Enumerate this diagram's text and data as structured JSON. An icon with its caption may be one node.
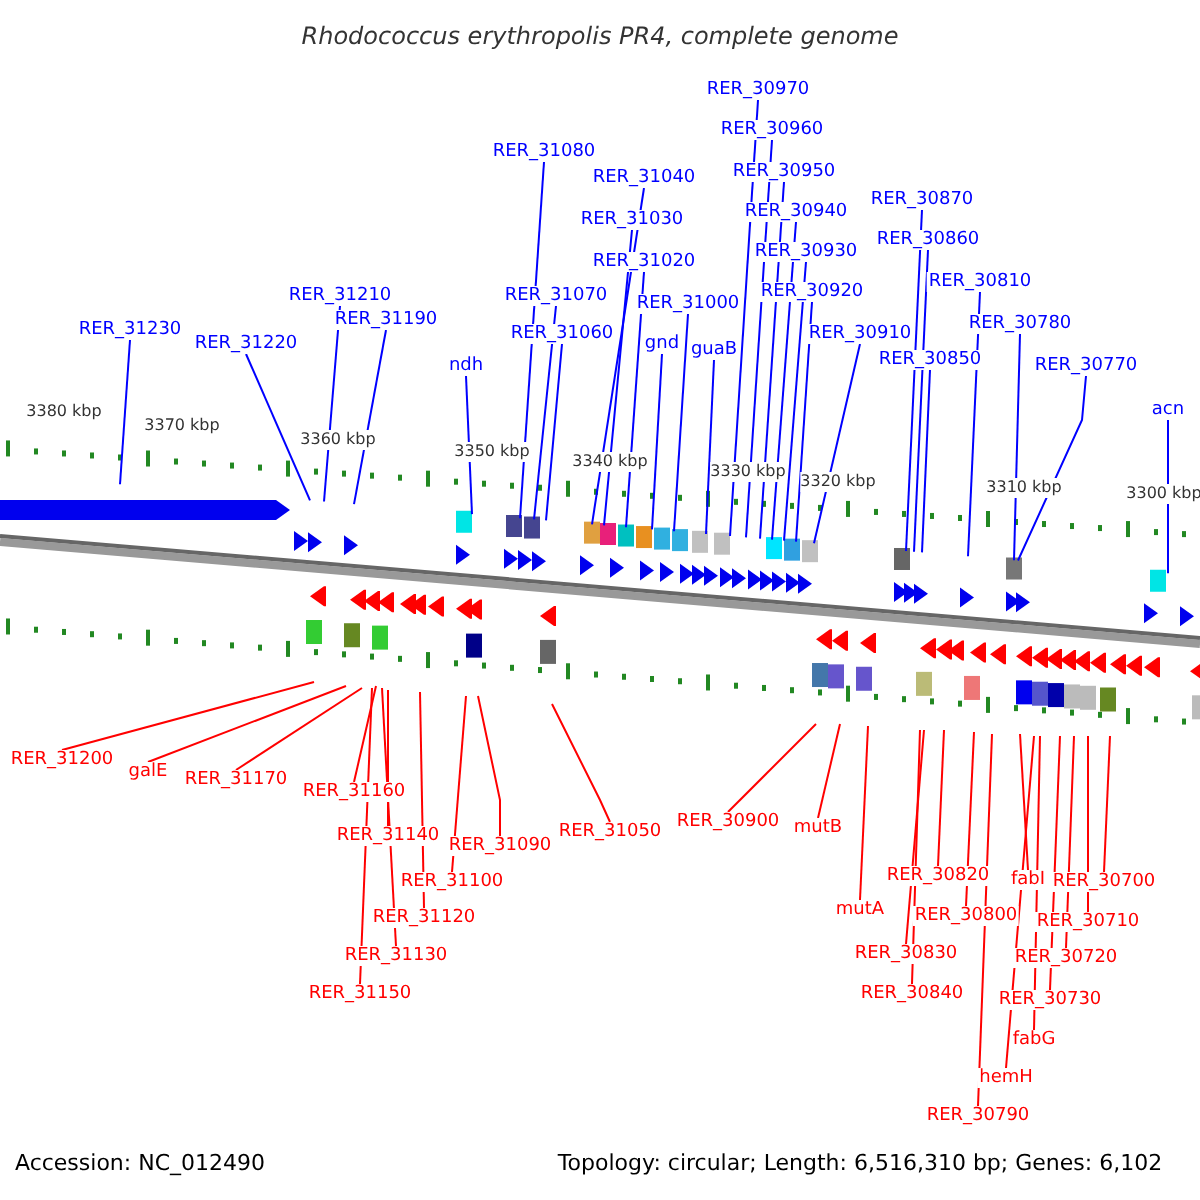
{
  "diagram": {
    "title": "Rhodococcus erythropolis PR4, complete genome",
    "nodes": [
      {
        "text": [
          "RER_31230"
        ]
      },
      {
        "text": [
          "RER_31220"
        ]
      },
      {
        "text": [
          "RER_31210"
        ]
      },
      {
        "text": [
          "RER_31190"
        ]
      },
      {
        "text": [
          "ndh"
        ]
      },
      {
        "text": [
          "RER_31080"
        ]
      },
      {
        "text": [
          "RER_31070"
        ]
      },
      {
        "text": [
          "RER_31060"
        ]
      },
      {
        "text": [
          "RER_31040"
        ]
      },
      {
        "text": [
          "RER_31030"
        ]
      },
      {
        "text": [
          "RER_31020"
        ]
      },
      {
        "text": [
          "RER_31000"
        ]
      },
      {
        "text": [
          "gnd"
        ]
      },
      {
        "text": [
          "guaB"
        ]
      },
      {
        "text": [
          "RER_30970"
        ]
      },
      {
        "text": [
          "RER_30960"
        ]
      },
      {
        "text": [
          "RER_30950"
        ]
      },
      {
        "text": [
          "RER_30940"
        ]
      },
      {
        "text": [
          "RER_30930"
        ]
      },
      {
        "text": [
          "RER_30920"
        ]
      },
      {
        "text": [
          "RER_30910"
        ]
      },
      {
        "text": [
          "RER_30870"
        ]
      },
      {
        "text": [
          "RER_30860"
        ]
      },
      {
        "text": [
          "RER_30850"
        ]
      },
      {
        "text": [
          "RER_30810"
        ]
      },
      {
        "text": [
          "RER_30780"
        ]
      },
      {
        "text": [
          "RER_30770"
        ]
      },
      {
        "text": [
          "acn"
        ]
      },
      {
        "text": [
          "RER_31200"
        ]
      },
      {
        "text": [
          "galE"
        ]
      },
      {
        "text": [
          "RER_31170"
        ]
      },
      {
        "text": [
          "RER_31160"
        ]
      },
      {
        "text": [
          "RER_31140"
        ]
      },
      {
        "text": [
          "RER_31090"
        ]
      },
      {
        "text": [
          "RER_31100"
        ]
      },
      {
        "text": [
          "RER_31120"
        ]
      },
      {
        "text": [
          "RER_31130"
        ]
      },
      {
        "text": [
          "RER_31150"
        ]
      },
      {
        "text": [
          "RER_31050"
        ]
      },
      {
        "text": [
          "RER_30900"
        ]
      },
      {
        "text": [
          "mutB"
        ]
      },
      {
        "text": [
          "mutA"
        ]
      },
      {
        "text": [
          "RER_30820"
        ]
      },
      {
        "text": [
          "RER_30800"
        ]
      },
      {
        "text": [
          "RER_30830"
        ]
      },
      {
        "text": [
          "RER_30840"
        ]
      },
      {
        "text": [
          "fabI"
        ]
      },
      {
        "text": [
          "RER_30700"
        ]
      },
      {
        "text": [
          "RER_30710"
        ]
      },
      {
        "text": [
          "RER_30720"
        ]
      },
      {
        "text": [
          "RER_30730"
        ]
      },
      {
        "text": [
          "fabG"
        ]
      },
      {
        "text": [
          "hemH"
        ]
      },
      {
        "text": [
          "RER_30790"
        ]
      }
    ],
    "edges": [
      {
        "from": 0,
        "to": null,
        "arrow": "none"
      },
      {
        "from": 1,
        "to": null,
        "arrow": "none"
      },
      {
        "from": 2,
        "to": null,
        "arrow": "none"
      },
      {
        "from": 3,
        "to": null,
        "arrow": "none"
      },
      {
        "from": 4,
        "to": null,
        "arrow": "none"
      },
      {
        "from": 5,
        "to": null,
        "arrow": "none"
      },
      {
        "from": 6,
        "to": null,
        "arrow": "none"
      },
      {
        "from": 7,
        "to": null,
        "arrow": "none"
      },
      {
        "from": 8,
        "to": null,
        "arrow": "none"
      },
      {
        "from": 9,
        "to": null,
        "arrow": "none"
      },
      {
        "from": 10,
        "to": null,
        "arrow": "none"
      },
      {
        "from": 11,
        "to": null,
        "arrow": "none"
      },
      {
        "from": 12,
        "to": null,
        "arrow": "none"
      },
      {
        "from": 13,
        "to": null,
        "arrow": "none"
      },
      {
        "from": 14,
        "to": null,
        "arrow": "none"
      },
      {
        "from": 15,
        "to": null,
        "arrow": "none"
      },
      {
        "from": 16,
        "to": null,
        "arrow": "none"
      },
      {
        "from": 17,
        "to": null,
        "arrow": "none"
      },
      {
        "from": 18,
        "to": null,
        "arrow": "none"
      },
      {
        "from": 19,
        "to": null,
        "arrow": "none"
      },
      {
        "from": 20,
        "to": null,
        "arrow": "none"
      },
      {
        "from": 21,
        "to": null,
        "arrow": "none"
      },
      {
        "from": 22,
        "to": null,
        "arrow": "none"
      },
      {
        "from": 23,
        "to": null,
        "arrow": "none"
      },
      {
        "from": 24,
        "to": null,
        "arrow": "none"
      },
      {
        "from": 25,
        "to": null,
        "arrow": "none"
      },
      {
        "from": 26,
        "to": null,
        "arrow": "none"
      },
      {
        "from": 27,
        "to": null,
        "arrow": "none"
      },
      {
        "from": 28,
        "to": null,
        "arrow": "none",
        "color": "#ff0000"
      },
      {
        "from": 29,
        "to": null,
        "arrow": "none",
        "color": "#ff0000"
      },
      {
        "from": 30,
        "to": null,
        "arrow": "none",
        "color": "#ff0000"
      },
      {
        "from": 31,
        "to": null,
        "arrow": "none",
        "color": "#ff0000"
      },
      {
        "from": 32,
        "to": null,
        "arrow": "none",
        "color": "#ff0000"
      },
      {
        "from": 33,
        "to": null,
        "arrow": "none",
        "color": "#ff0000"
      },
      {
        "from": 34,
        "to": null,
        "arrow": "none",
        "color": "#ff0000"
      },
      {
        "from": 35,
        "to": null,
        "arrow": "none",
        "color": "#ff0000"
      },
      {
        "from": 36,
        "to": null,
        "arrow": "none",
        "color": "#ff0000"
      },
      {
        "from": 37,
        "to": null,
        "arrow": "none",
        "color": "#ff0000"
      },
      {
        "from": 38,
        "to": null,
        "arrow": "none",
        "color": "#ff0000"
      },
      {
        "from": 39,
        "to": null,
        "arrow": "none",
        "color": "#ff0000"
      },
      {
        "from": 40,
        "to": null,
        "arrow": "none",
        "color": "#ff0000"
      },
      {
        "from": 41,
        "to": null,
        "arrow": "none",
        "color": "#ff0000"
      },
      {
        "from": 42,
        "to": null,
        "arrow": "none",
        "color": "#ff0000"
      },
      {
        "from": 43,
        "to": null,
        "arrow": "none",
        "color": "#ff0000"
      },
      {
        "from": 44,
        "to": null,
        "arrow": "none",
        "color": "#ff0000"
      },
      {
        "from": 45,
        "to": null,
        "arrow": "none",
        "color": "#ff0000"
      },
      {
        "from": 46,
        "to": null,
        "arrow": "none",
        "color": "#ff0000"
      },
      {
        "from": 47,
        "to": null,
        "arrow": "none",
        "color": "#ff0000"
      },
      {
        "from": 48,
        "to": null,
        "arrow": "none",
        "color": "#ff0000"
      },
      {
        "from": 49,
        "to": null,
        "arrow": "none",
        "color": "#ff0000"
      },
      {
        "from": 50,
        "to": null,
        "arrow": "none",
        "color": "#ff0000"
      },
      {
        "from": 51,
        "to": null,
        "arrow": "none",
        "color": "#ff0000"
      },
      {
        "from": 52,
        "to": null,
        "arrow": "none",
        "color": "#ff0000"
      },
      {
        "from": 53,
        "to": null,
        "arrow": "none",
        "color": "#ff0000"
      }
    ],
    "labels": [
      "3380 kbp",
      "3370 kbp",
      "3360 kbp",
      "3350 kbp",
      "3340 kbp",
      "3330 kbp",
      "3320 kbp",
      "3310 kbp",
      "3300 kbp",
      "Accession: NC_012490",
      "Topology: circular; Length: 6,516,310 bp; Genes: 6,102"
    ]
  }
}
